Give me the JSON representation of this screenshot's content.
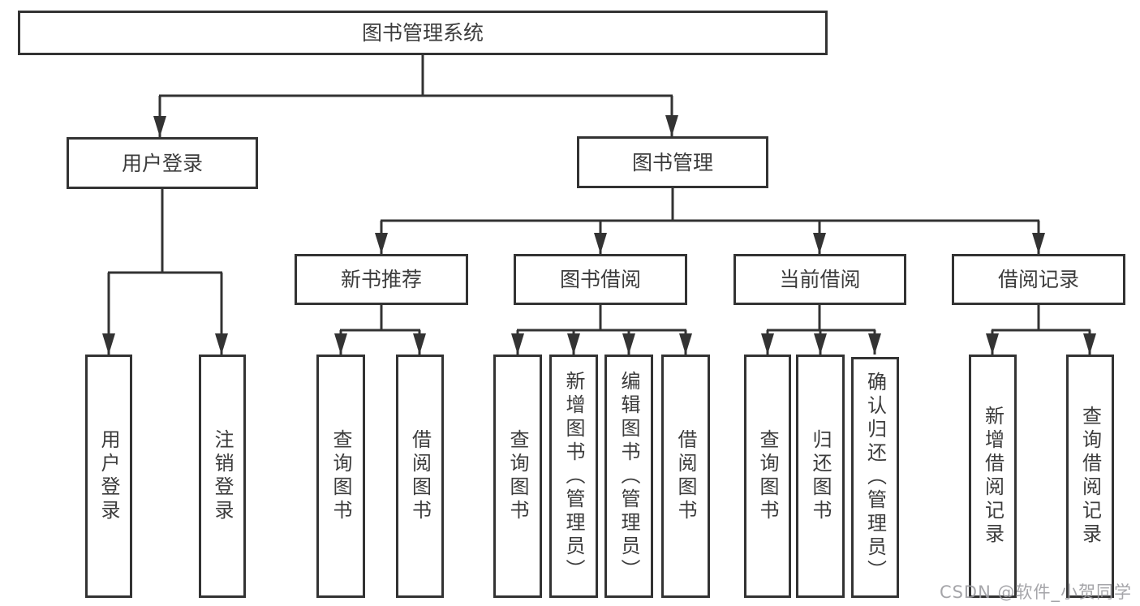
{
  "diagram": {
    "root": {
      "label": "图书管理系统"
    },
    "level2": [
      {
        "label": "用户登录"
      },
      {
        "label": "图书管理"
      }
    ],
    "level3": [
      {
        "label": "新书推荐",
        "parent": "图书管理"
      },
      {
        "label": "图书借阅",
        "parent": "图书管理"
      },
      {
        "label": "当前借阅",
        "parent": "图书管理"
      },
      {
        "label": "借阅记录",
        "parent": "图书管理"
      }
    ],
    "leaves": [
      {
        "label": "用户登录",
        "parent": "用户登录"
      },
      {
        "label": "注销登录",
        "parent": "用户登录"
      },
      {
        "label": "查询图书",
        "parent": "新书推荐"
      },
      {
        "label": "借阅图书",
        "parent": "新书推荐"
      },
      {
        "label": "查询图书",
        "parent": "图书借阅"
      },
      {
        "label": "新增图书（管理员）",
        "parent": "图书借阅"
      },
      {
        "label": "编辑图书（管理员）",
        "parent": "图书借阅"
      },
      {
        "label": "借阅图书",
        "parent": "图书借阅"
      },
      {
        "label": "查询图书",
        "parent": "当前借阅"
      },
      {
        "label": "归还图书",
        "parent": "当前借阅"
      },
      {
        "label": "确认归还（管理员）",
        "parent": "当前借阅"
      },
      {
        "label": "新增借阅记录",
        "parent": "借阅记录"
      },
      {
        "label": "查询借阅记录",
        "parent": "借阅记录"
      }
    ]
  },
  "watermark": {
    "text": "CSDN @软件_小贺同学"
  },
  "colors": {
    "line": "#333333",
    "box_border": "#333333",
    "text": "#3c3c3c",
    "watermark": "#9b9ba0",
    "background": "#ffffff"
  }
}
